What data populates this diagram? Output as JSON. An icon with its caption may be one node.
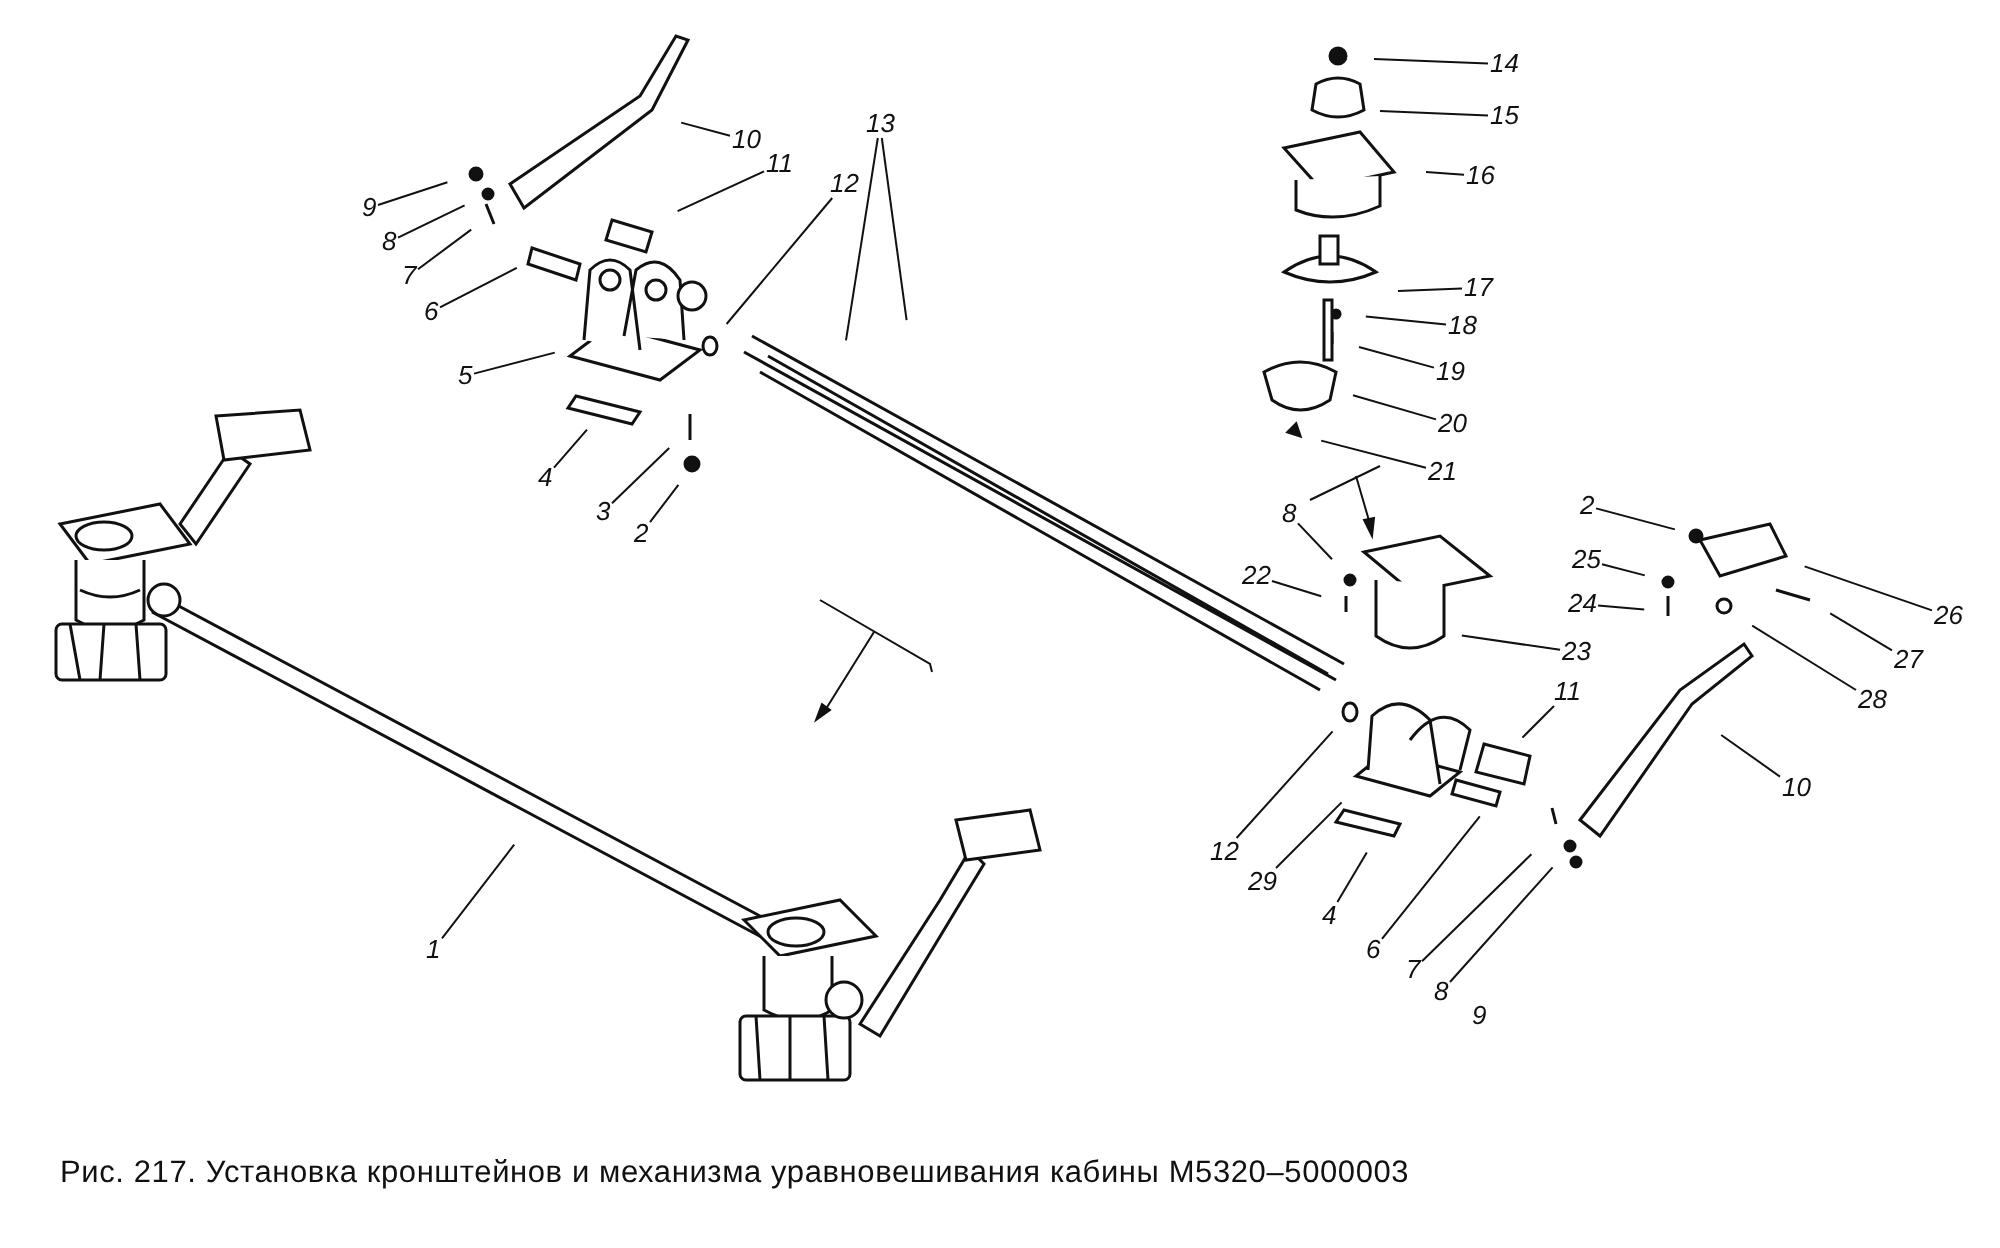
{
  "diagram": {
    "caption": "Рис. 217. Установка кронштейнов и механизма уравновешивания кабины М5320–5000003",
    "nodes": [
      {
        "text": [
          "14"
        ]
      },
      {
        "text": [
          "15"
        ]
      },
      {
        "text": [
          "10"
        ]
      },
      {
        "text": [
          "16"
        ]
      },
      {
        "text": [
          "11"
        ]
      },
      {
        "text": [
          "12"
        ]
      },
      {
        "text": [
          "13"
        ]
      },
      {
        "text": [
          "9"
        ]
      },
      {
        "text": [
          "8"
        ]
      },
      {
        "text": [
          "7"
        ]
      },
      {
        "text": [
          "6"
        ]
      },
      {
        "text": [
          "17"
        ]
      },
      {
        "text": [
          "18"
        ]
      },
      {
        "text": [
          "19"
        ]
      },
      {
        "text": [
          "5"
        ]
      },
      {
        "text": [
          "20"
        ]
      },
      {
        "text": [
          "21"
        ]
      },
      {
        "text": [
          "4"
        ]
      },
      {
        "text": [
          "3"
        ]
      },
      {
        "text": [
          "2"
        ]
      },
      {
        "text": [
          "2"
        ]
      },
      {
        "text": [
          "8"
        ]
      },
      {
        "text": [
          "25"
        ]
      },
      {
        "text": [
          "22"
        ]
      },
      {
        "text": [
          "24"
        ]
      },
      {
        "text": [
          "26"
        ]
      },
      {
        "text": [
          "23"
        ]
      },
      {
        "text": [
          "27"
        ]
      },
      {
        "text": [
          "11"
        ]
      },
      {
        "text": [
          "28"
        ]
      },
      {
        "text": [
          "10"
        ]
      },
      {
        "text": [
          "12"
        ]
      },
      {
        "text": [
          "29"
        ]
      },
      {
        "text": [
          "4"
        ]
      },
      {
        "text": [
          "1"
        ]
      },
      {
        "text": [
          "6"
        ]
      },
      {
        "text": [
          "7"
        ]
      },
      {
        "text": [
          "8"
        ]
      },
      {
        "text": [
          "9"
        ]
      }
    ],
    "edges": [
      {
        "from": 0,
        "to": null,
        "arrow": "none"
      },
      {
        "from": 1,
        "to": null,
        "arrow": "none"
      },
      {
        "from": 2,
        "to": null,
        "arrow": "none"
      },
      {
        "from": 3,
        "to": null,
        "arrow": "none"
      },
      {
        "from": 4,
        "to": null,
        "arrow": "none"
      },
      {
        "from": 5,
        "to": null,
        "arrow": "none"
      },
      {
        "from": 6,
        "to": null,
        "arrow": "none"
      },
      {
        "from": 6,
        "to": null,
        "arrow": "none"
      },
      {
        "from": 7,
        "to": null,
        "arrow": "none"
      },
      {
        "from": 8,
        "to": null,
        "arrow": "none"
      },
      {
        "from": 9,
        "to": null,
        "arrow": "none"
      },
      {
        "from": 10,
        "to": null,
        "arrow": "none"
      },
      {
        "from": 11,
        "to": null,
        "arrow": "none"
      },
      {
        "from": 12,
        "to": null,
        "arrow": "none"
      },
      {
        "from": 13,
        "to": null,
        "arrow": "none"
      },
      {
        "from": 14,
        "to": null,
        "arrow": "none"
      },
      {
        "from": 15,
        "to": null,
        "arrow": "none"
      },
      {
        "from": 16,
        "to": null,
        "arrow": "none"
      },
      {
        "from": 17,
        "to": null,
        "arrow": "none"
      },
      {
        "from": 18,
        "to": null,
        "arrow": "none"
      },
      {
        "from": 19,
        "to": null,
        "arrow": "none"
      },
      {
        "from": 20,
        "to": null,
        "arrow": "none"
      },
      {
        "from": 21,
        "to": null,
        "arrow": "none"
      },
      {
        "from": 22,
        "to": null,
        "arrow": "none"
      },
      {
        "from": 23,
        "to": null,
        "arrow": "none"
      },
      {
        "from": 24,
        "to": null,
        "arrow": "none"
      },
      {
        "from": 25,
        "to": null,
        "arrow": "none"
      },
      {
        "from": 26,
        "to": null,
        "arrow": "none"
      },
      {
        "from": 27,
        "to": null,
        "arrow": "none"
      },
      {
        "from": 28,
        "to": null,
        "arrow": "none"
      },
      {
        "from": 29,
        "to": null,
        "arrow": "none"
      },
      {
        "from": 30,
        "to": null,
        "arrow": "none"
      },
      {
        "from": 31,
        "to": null,
        "arrow": "none"
      },
      {
        "from": 32,
        "to": null,
        "arrow": "none"
      },
      {
        "from": 33,
        "to": null,
        "arrow": "none"
      },
      {
        "from": 34,
        "to": null,
        "arrow": "none"
      },
      {
        "from": 35,
        "to": null,
        "arrow": "none"
      },
      {
        "from": 36,
        "to": null,
        "arrow": "none"
      },
      {
        "from": 37,
        "to": null,
        "arrow": "none"
      }
    ]
  }
}
